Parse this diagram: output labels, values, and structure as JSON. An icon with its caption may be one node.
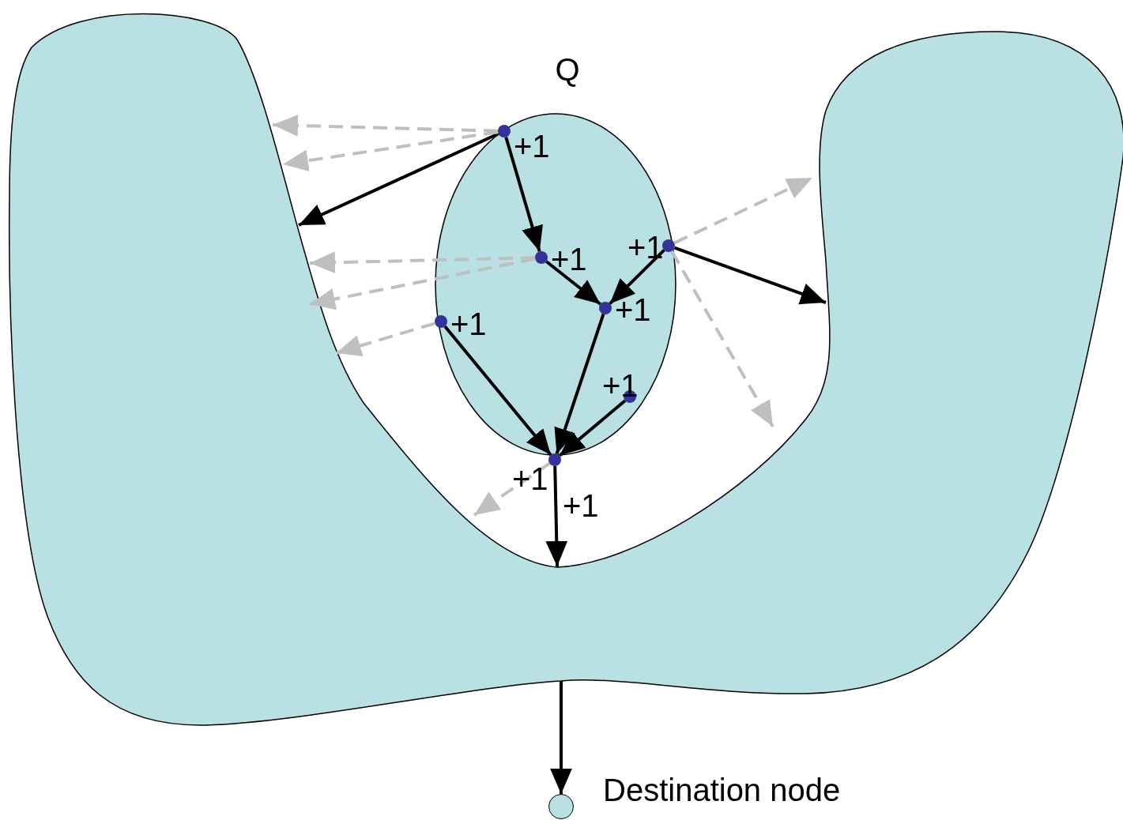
{
  "diagram": {
    "nodes": [
      {
        "text": [],
        "shape": "blob"
      },
      {
        "text": [
          "Q"
        ]
      },
      {
        "text": [],
        "shape": "circle",
        "in": 1,
        "beside": [
          "+1"
        ]
      },
      {
        "text": [],
        "shape": "circle",
        "in": 1,
        "beside": [
          "+1"
        ]
      },
      {
        "text": [],
        "shape": "circle",
        "in": 1,
        "beside": [
          "+1"
        ]
      },
      {
        "text": [],
        "shape": "circle",
        "in": 1,
        "beside": [
          "+1"
        ]
      },
      {
        "text": [],
        "shape": "circle",
        "in": 1,
        "beside": [
          "+1"
        ]
      },
      {
        "text": [],
        "shape": "circle",
        "in": 1,
        "beside": [
          "+1"
        ]
      },
      {
        "text": [],
        "shape": "circle",
        "beside": [
          "+1",
          "+1"
        ]
      },
      {
        "text": [],
        "shape": "circle",
        "beside": [
          "Destination node"
        ]
      }
    ],
    "edges": [
      {
        "from": 2,
        "to": 0,
        "arrow": "to"
      },
      {
        "from": 2,
        "to": 3,
        "arrow": "to"
      },
      {
        "from": 3,
        "to": 5,
        "arrow": "to"
      },
      {
        "from": 4,
        "to": 5,
        "arrow": "to"
      },
      {
        "from": 4,
        "to": 0,
        "arrow": "to"
      },
      {
        "from": 5,
        "to": 8,
        "arrow": "to"
      },
      {
        "from": 6,
        "to": 8,
        "arrow": "to"
      },
      {
        "from": 7,
        "to": 8,
        "arrow": "to"
      },
      {
        "from": 8,
        "to": 0,
        "arrow": "to"
      },
      {
        "from": 0,
        "to": 9,
        "arrow": "to"
      },
      {
        "from": 2,
        "to": 0,
        "arrow": "to",
        "style": "dashed",
        "color": "#bfbfbf"
      },
      {
        "from": 2,
        "to": 0,
        "arrow": "to",
        "style": "dashed",
        "color": "#bfbfbf"
      },
      {
        "from": 3,
        "to": 0,
        "arrow": "to",
        "style": "dashed",
        "color": "#bfbfbf"
      },
      {
        "from": 3,
        "to": 0,
        "arrow": "to",
        "style": "dashed",
        "color": "#bfbfbf"
      },
      {
        "from": 6,
        "to": 0,
        "arrow": "to",
        "style": "dashed",
        "color": "#bfbfbf"
      },
      {
        "from": 4,
        "to": 0,
        "arrow": "to",
        "style": "dashed",
        "color": "#bfbfbf"
      },
      {
        "from": 4,
        "to": 0,
        "arrow": "to",
        "style": "dashed",
        "color": "#bfbfbf"
      },
      {
        "from": 8,
        "to": 0,
        "arrow": "to",
        "style": "dashed",
        "color": "#bfbfbf"
      }
    ]
  }
}
